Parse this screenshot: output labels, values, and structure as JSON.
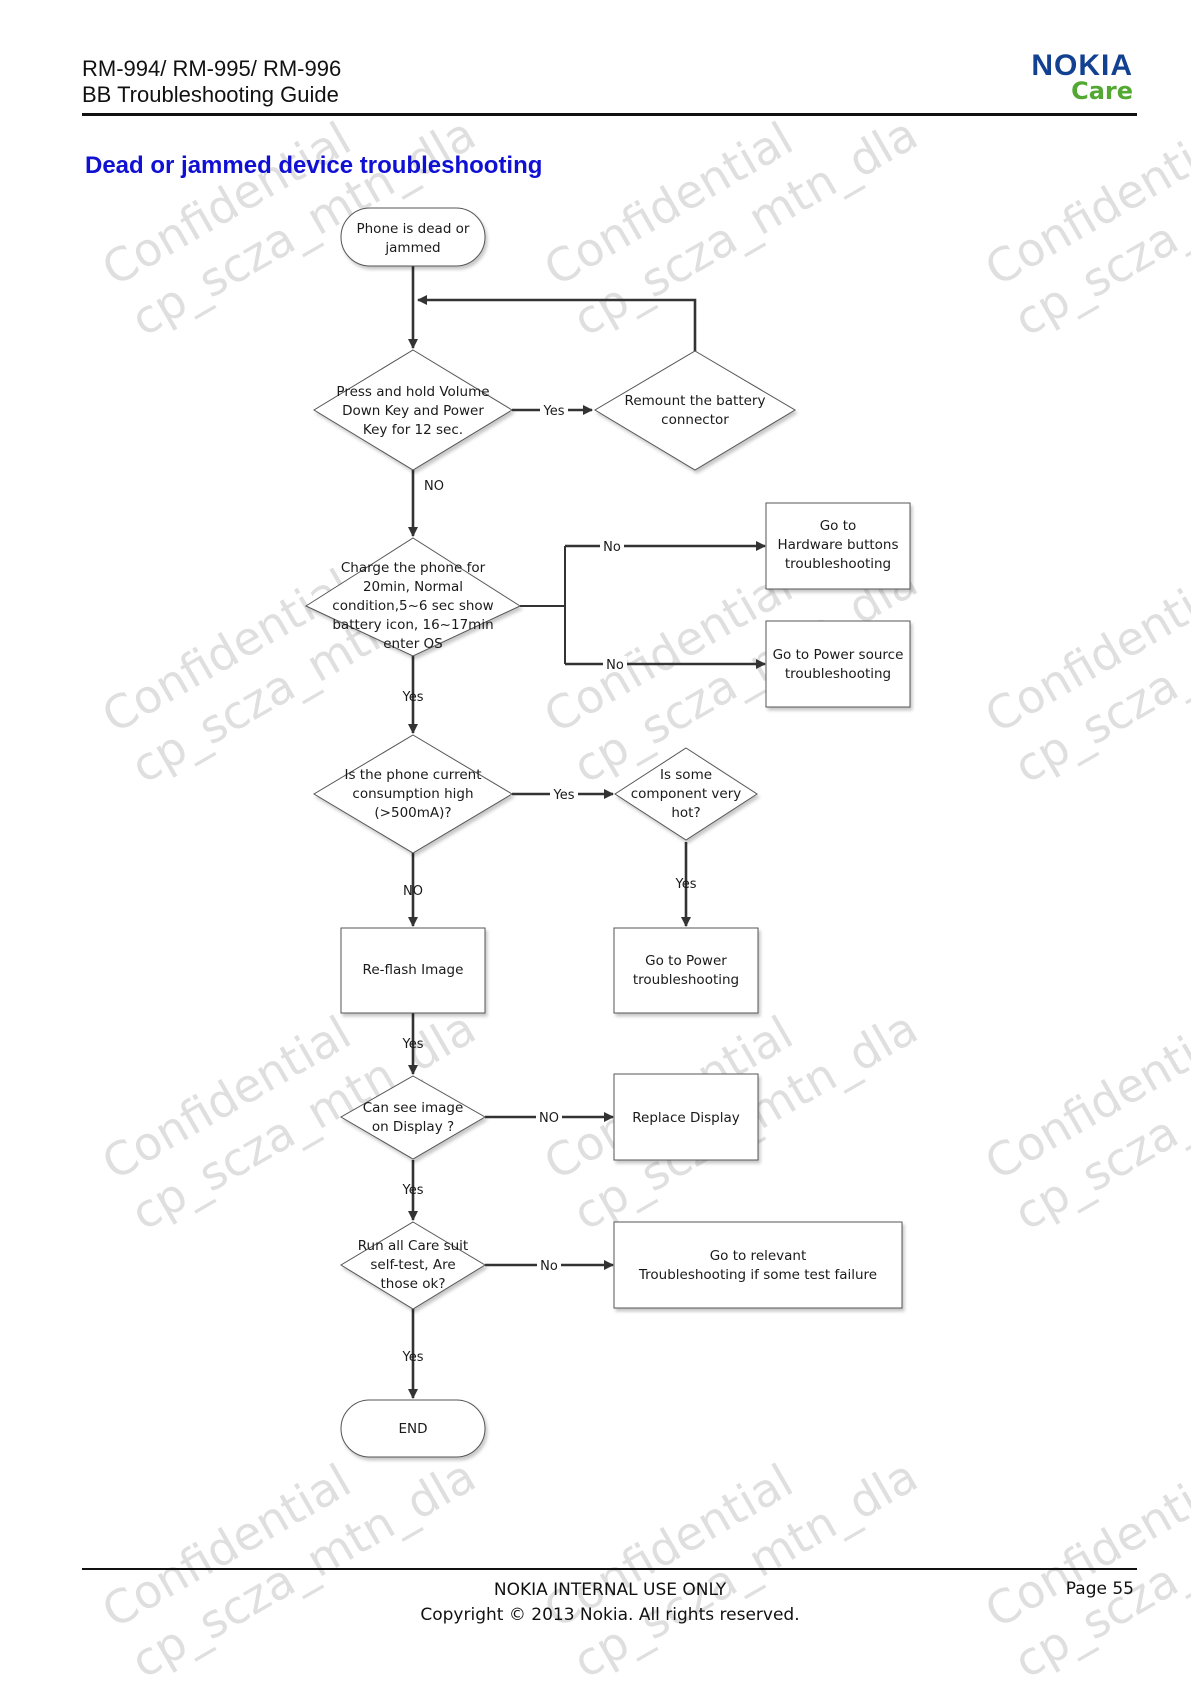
{
  "header": {
    "models": "RM-994/ RM-995/ RM-996",
    "guide": "BB Troubleshooting Guide",
    "logo_brand": "NOKIA",
    "logo_sub": "Care"
  },
  "title": "Dead or jammed device troubleshooting",
  "watermark": {
    "line1": "Confidential",
    "line2": "cp_scza_mtn_dla"
  },
  "flowchart": {
    "nodes": {
      "start": [
        "Phone is dead or",
        "jammed"
      ],
      "press_hold": [
        "Press and hold Volume",
        "Down Key and Power",
        "Key for 12 sec."
      ],
      "remount": [
        "Remount the battery",
        "connector"
      ],
      "charge": [
        "Charge the phone for",
        "20min, Normal",
        "condition,5~6 sec show",
        "battery icon, 16~17min",
        "enter OS"
      ],
      "hw_buttons": [
        "Go to",
        "Hardware buttons",
        "troubleshooting"
      ],
      "power_source": [
        "Go to Power source",
        "troubleshooting"
      ],
      "current_high": [
        "Is the phone  current",
        "consumption high",
        "(>500mA)?"
      ],
      "component_hot": [
        "Is some",
        "component very",
        "hot?"
      ],
      "reflash": [
        "Re-flash Image"
      ],
      "power_ts": [
        "Go to Power",
        "troubleshooting"
      ],
      "see_image": [
        "Can see image",
        "on Display ?"
      ],
      "replace_display": [
        "Replace Display"
      ],
      "selftest": [
        "Run all Care suit",
        "self-test, Are",
        "those ok?"
      ],
      "relevant": [
        "Go to relevant",
        "Troubleshooting if some test failure"
      ],
      "end": [
        "END"
      ]
    },
    "edge_labels": {
      "press_yes": "Yes",
      "press_no": "NO",
      "charge_no_1": "No",
      "charge_no_2": "No",
      "charge_yes": "Yes",
      "current_yes": "Yes",
      "current_no": "NO",
      "hot_yes": "Yes",
      "reflash_yes": "Yes",
      "see_no": "NO",
      "see_yes": "Yes",
      "selftest_no": "No",
      "selftest_yes": "Yes"
    }
  },
  "footer": {
    "line1": "NOKIA INTERNAL USE ONLY",
    "line2": "Copyright © 2013 Nokia. All rights reserved.",
    "page": "Page 55"
  }
}
